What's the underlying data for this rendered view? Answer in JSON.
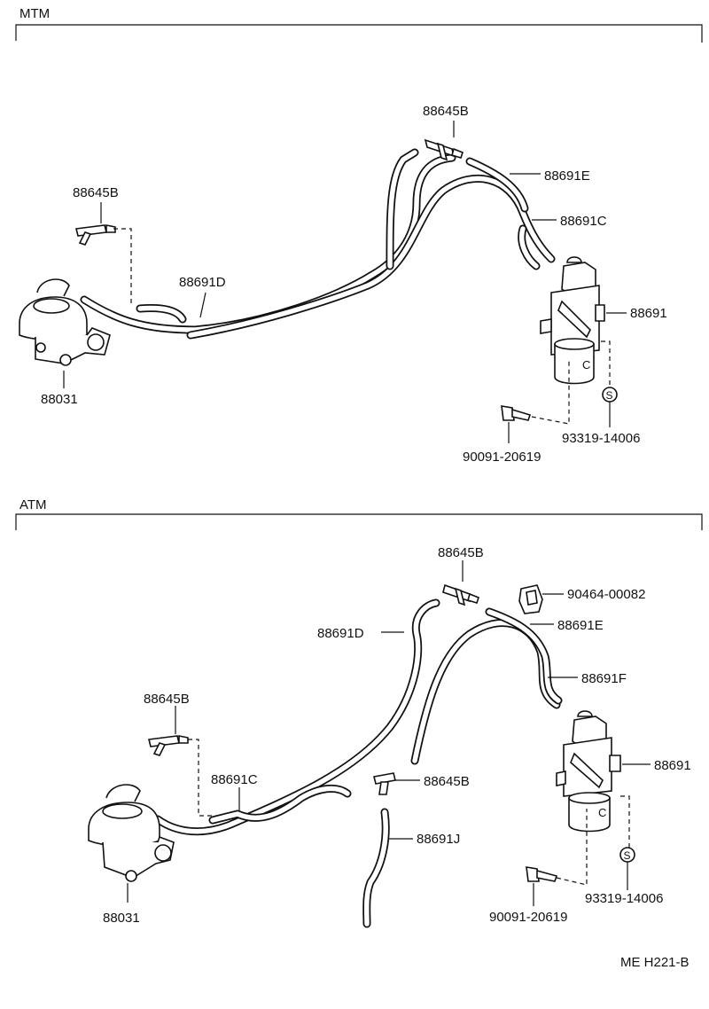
{
  "sections": {
    "mtm": {
      "title": "MTM",
      "labels": {
        "tee_top": "88645B",
        "tee_left": "88645B",
        "hose_e": "88691E",
        "hose_c": "88691C",
        "hose_d": "88691D",
        "vsv": "88691",
        "egr_valve": "88031",
        "clamp": "93319-14006",
        "bolt": "90091-20619"
      }
    },
    "atm": {
      "title": "ATM",
      "labels": {
        "tee_top": "88645B",
        "clip": "90464-00082",
        "hose_d": "88691D",
        "hose_e": "88691E",
        "hose_f": "88691F",
        "tee_left": "88645B",
        "hose_c": "88691C",
        "tee_mid": "88645B",
        "vsv": "88691",
        "hose_j": "88691J",
        "egr_valve": "88031",
        "clamp": "93319-14006",
        "bolt": "90091-20619"
      }
    }
  },
  "clamp_symbol": "S",
  "vsv_mark": "C",
  "figure_code": "ME H221-B"
}
